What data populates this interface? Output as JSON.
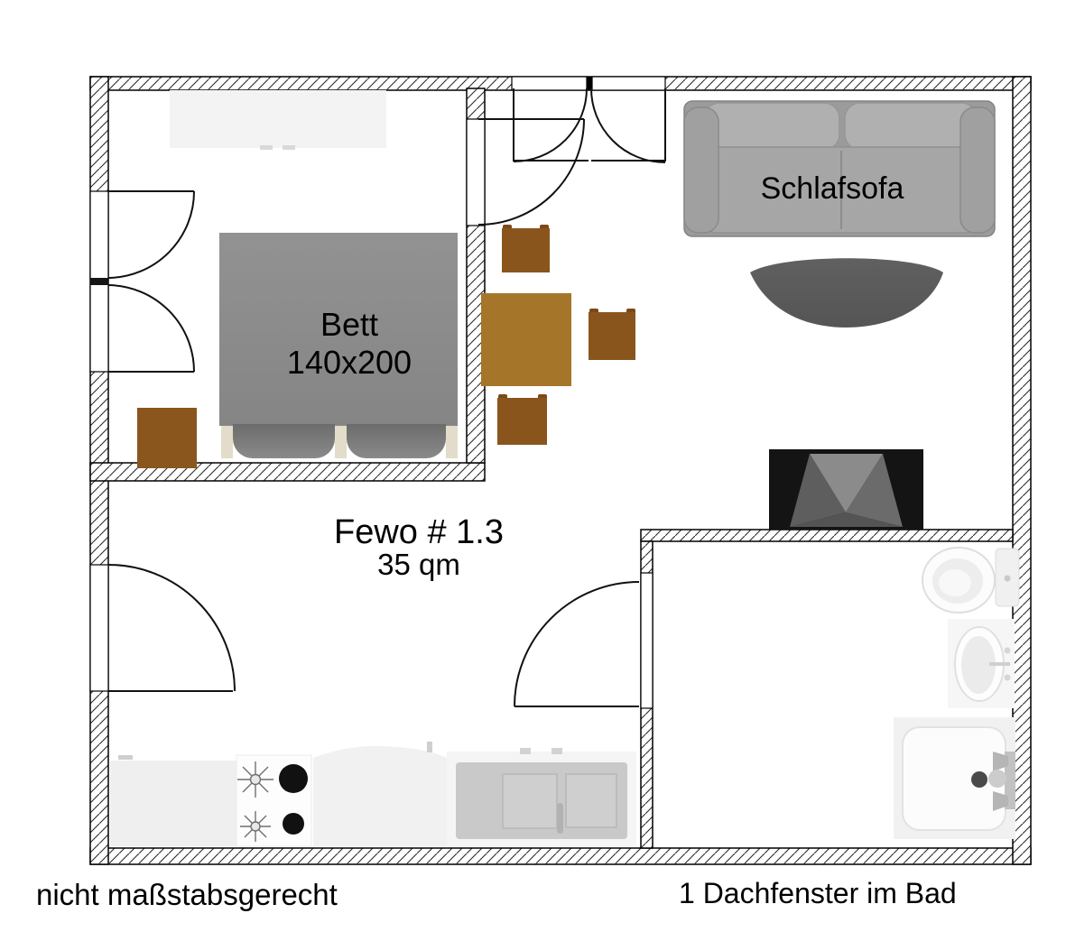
{
  "plan": {
    "title": "Fewo # 1.3",
    "area": "35 qm"
  },
  "labels": {
    "bed_line1": "Bett",
    "bed_line2": "140x200",
    "sofa": "Schlafsofa"
  },
  "captions": {
    "bottom_left": "nicht maßstabsgerecht",
    "bottom_right": "1 Dachfenster im Bad"
  },
  "colors": {
    "wall_line": "#000000",
    "hatch_line": "#2a2a2a",
    "bed_gray": "#8d8d8d",
    "pillow_gray": "#747474",
    "bed_post_beige": "#e3dcca",
    "wood_dark": "#8a551c",
    "wood_table": "#a5762a",
    "sofa_gray": "#9b9b9b",
    "rug_gray": "#5b5b5b",
    "tv_black": "#141414",
    "wardrobe_light": "#f3f3f3",
    "counter_light": "#efefef",
    "cabinet_gray": "#c9c9c9",
    "fixture_white": "#fcfcfc",
    "burner_black": "#111111"
  }
}
